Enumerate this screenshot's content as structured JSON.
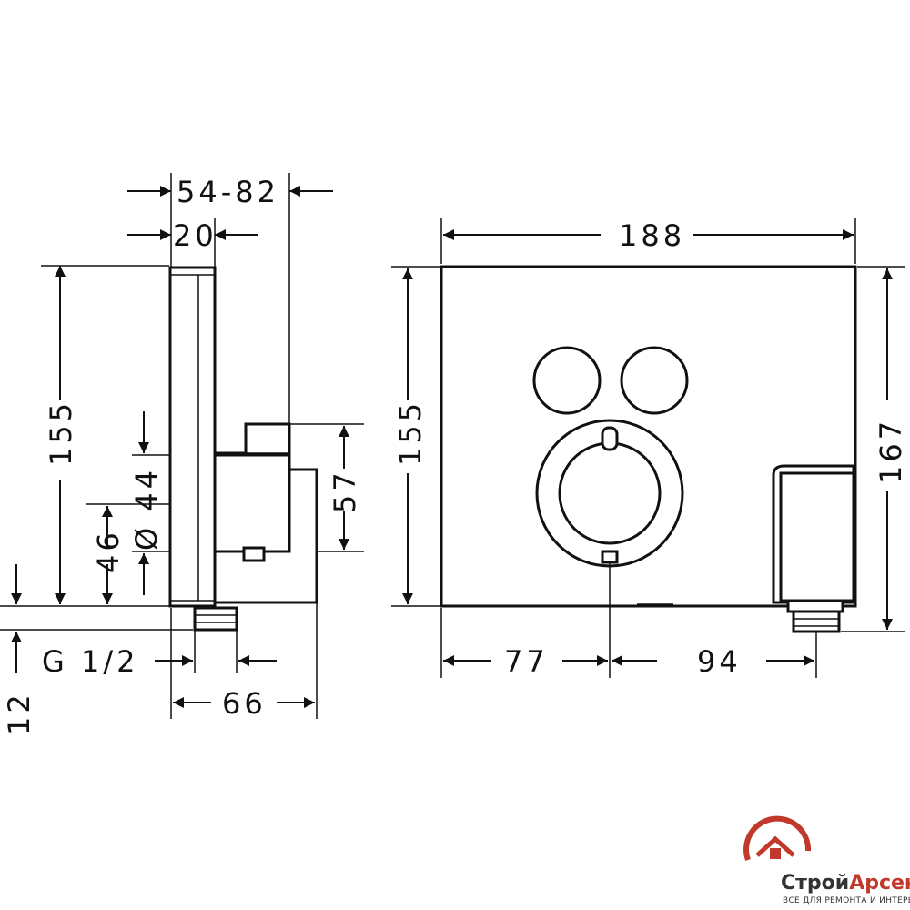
{
  "dimensions": {
    "side_depth": "54-82",
    "side_cover": "20",
    "side_height": "155",
    "spout_diameter": "Ø 44",
    "side_inlet_height": "46",
    "side_outlet_offset": "57",
    "side_bottom_offset": "12",
    "thread": "G 1/2",
    "side_base_depth": "66",
    "front_width": "188",
    "front_height": "155",
    "front_total_height": "167",
    "front_left_offset": "77",
    "front_right_offset": "94"
  },
  "logo": {
    "name_part1": "Строй",
    "name_part2": "Арсенал",
    "tagline": "ВСЕ ДЛЯ РЕМОНТА И ИНТЕРЬЕРА",
    "brand_color": "#c0392b",
    "dark_color": "#333333"
  },
  "colors": {
    "line": "#111111",
    "background": "#ffffff"
  }
}
